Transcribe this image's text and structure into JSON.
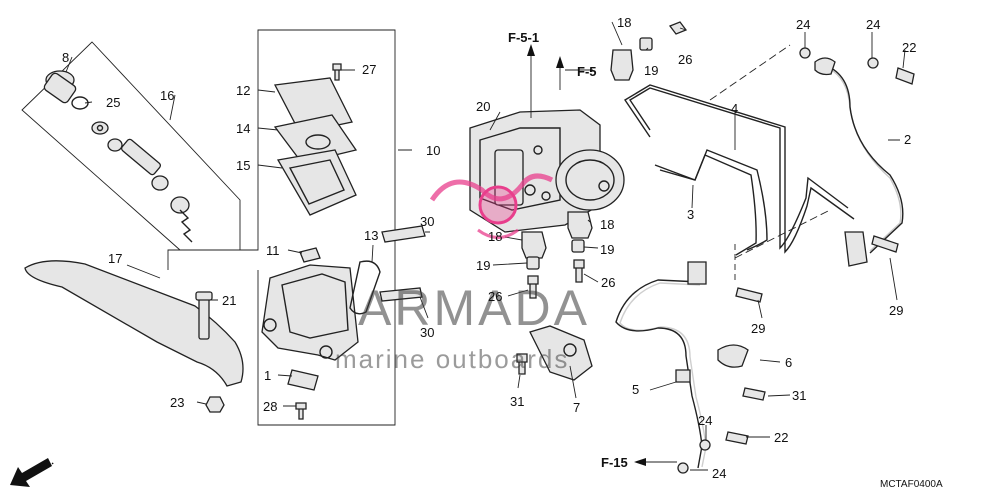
{
  "callouts": [
    {
      "id": "c8",
      "text": "8"
    },
    {
      "id": "c25",
      "text": "25"
    },
    {
      "id": "c16",
      "text": "16"
    },
    {
      "id": "c12",
      "text": "12"
    },
    {
      "id": "c27",
      "text": "27"
    },
    {
      "id": "c14",
      "text": "14"
    },
    {
      "id": "c15",
      "text": "15"
    },
    {
      "id": "c10",
      "text": "10"
    },
    {
      "id": "c17",
      "text": "17"
    },
    {
      "id": "c11",
      "text": "11"
    },
    {
      "id": "c13",
      "text": "13"
    },
    {
      "id": "c30a",
      "text": "30"
    },
    {
      "id": "c30b",
      "text": "30"
    },
    {
      "id": "c21",
      "text": "21"
    },
    {
      "id": "c1",
      "text": "1"
    },
    {
      "id": "c23",
      "text": "23"
    },
    {
      "id": "c28",
      "text": "28"
    },
    {
      "id": "c20",
      "text": "20"
    },
    {
      "id": "c18a",
      "text": "18"
    },
    {
      "id": "c19a",
      "text": "19"
    },
    {
      "id": "c26a",
      "text": "26"
    },
    {
      "id": "c18b",
      "text": "18"
    },
    {
      "id": "c18c",
      "text": "18"
    },
    {
      "id": "c19b",
      "text": "19"
    },
    {
      "id": "c19c",
      "text": "19"
    },
    {
      "id": "c26b",
      "text": "26"
    },
    {
      "id": "c26c",
      "text": "26"
    },
    {
      "id": "c31a",
      "text": "31"
    },
    {
      "id": "c7",
      "text": "7"
    },
    {
      "id": "c4",
      "text": "4"
    },
    {
      "id": "c3",
      "text": "3"
    },
    {
      "id": "c24a",
      "text": "24"
    },
    {
      "id": "c24b",
      "text": "24"
    },
    {
      "id": "c22a",
      "text": "22"
    },
    {
      "id": "c2",
      "text": "2"
    },
    {
      "id": "c29a",
      "text": "29"
    },
    {
      "id": "c29b",
      "text": "29"
    },
    {
      "id": "c6",
      "text": "6"
    },
    {
      "id": "c31b",
      "text": "31"
    },
    {
      "id": "c5",
      "text": "5"
    },
    {
      "id": "c24c",
      "text": "24"
    },
    {
      "id": "c24d",
      "text": "24"
    },
    {
      "id": "c22b",
      "text": "22"
    }
  ],
  "references": {
    "f51": "F-5-1",
    "f5": "F-5",
    "f15": "F-15"
  },
  "direction_label": "FR.",
  "diagram_code": "MCTAF0400A",
  "watermark": {
    "brand": "ARMADA",
    "tagline": "marine outboards",
    "accent_color": "#e83e8c"
  }
}
